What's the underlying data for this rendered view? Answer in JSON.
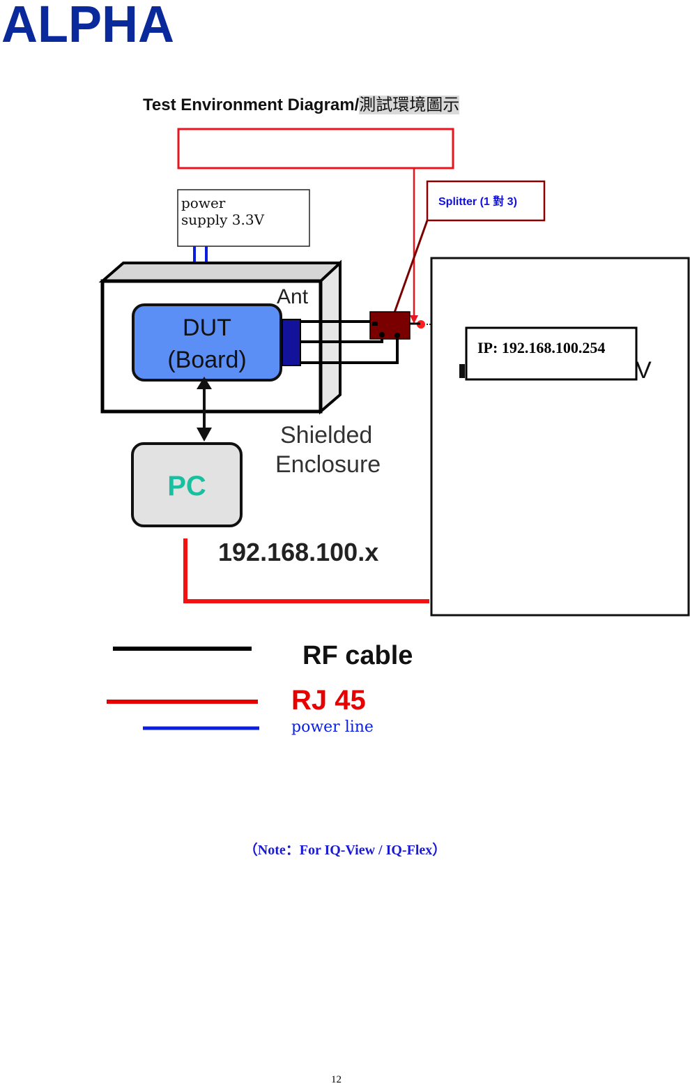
{
  "logo": {
    "text": "ALPHA",
    "color": "#0a2a9c"
  },
  "heading": {
    "main": "Test Environment Diagram/",
    "cjk": "測試環境圖示"
  },
  "diagram": {
    "power_supply": [
      "power",
      "supply 3.3V"
    ],
    "splitter_label": "Splitter (1 對 3)",
    "ant_label": "Ant",
    "dut_label": [
      "DUT",
      "(Board)"
    ],
    "enclosure_label": [
      "Shielded",
      "Enclosure"
    ],
    "pc_label": "PC",
    "pc_ip": "192.168.100.x",
    "tester_ip": "IP: 192.168.100.254",
    "legend": [
      {
        "label": "RF cable",
        "color": "#000000"
      },
      {
        "label": "RJ 45",
        "color": "#e60000"
      },
      {
        "label": "power line",
        "color": "#0a1ee0"
      }
    ]
  },
  "note": "（Note：For IQ-View / IQ-Flex）",
  "page_number": "12",
  "colors": {
    "rj45": "#f21212",
    "power": "#0a1ee0",
    "dut_fill": "#5b8ff5",
    "pc_text": "#19c0a0",
    "splitter_fill": "#7a0000",
    "box_red": "#e8141e"
  }
}
